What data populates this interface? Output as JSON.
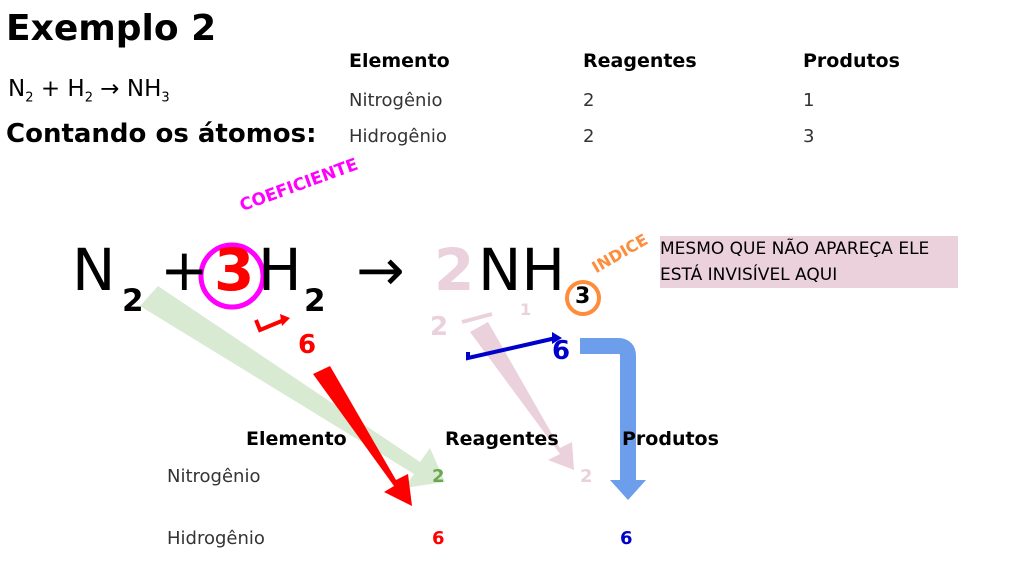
{
  "title": "Exemplo 2",
  "small_equation": {
    "n": "N",
    "n_sub": "2",
    "plus": "+",
    "h": "H",
    "h_sub": "2",
    "arrow": "→",
    "product": "NH",
    "product_sub": "3"
  },
  "counting_label": "Contando os átomos:",
  "top_table": {
    "headers": [
      "Elemento",
      "Reagentes",
      "Produtos"
    ],
    "rows": [
      [
        "Nitrogênio",
        "2",
        "1"
      ],
      [
        "Hidrogênio",
        "2",
        "3"
      ]
    ]
  },
  "big_equation": {
    "n": "N",
    "n_sub": "2",
    "plus": "+",
    "coef": "3",
    "h": "H",
    "h_sub": "2",
    "arrow": "→",
    "product_coef": "2",
    "product": "NH",
    "product_sub": "3"
  },
  "annotations": {
    "coeficiente": "COEFICIENTE",
    "indice": "INDICE",
    "note": "MESMO QUE NÃO APAREÇA ELE ESTÁ INVISÍVEL AQUI",
    "six_red": "6",
    "two_pink": "2",
    "one_pink": "1",
    "six_blue": "6"
  },
  "bottom_table": {
    "headers": [
      "Elemento",
      "Reagentes",
      "Produtos"
    ],
    "rows": [
      {
        "label": "Nitrogênio",
        "reagentes": "2",
        "produtos": "2"
      },
      {
        "label": "Hidrogênio",
        "reagentes": "6",
        "produtos": "6"
      }
    ]
  },
  "colors": {
    "red": "#ff0000",
    "magenta": "#ff00ff",
    "orange": "#ff8c3a",
    "blue": "#0000cc",
    "lightblue": "#6d9eeb",
    "green": "#6aa84f",
    "lightgreen": "#d9ead3",
    "pink": "#ead1dc",
    "notebg": "#ead1dc"
  }
}
